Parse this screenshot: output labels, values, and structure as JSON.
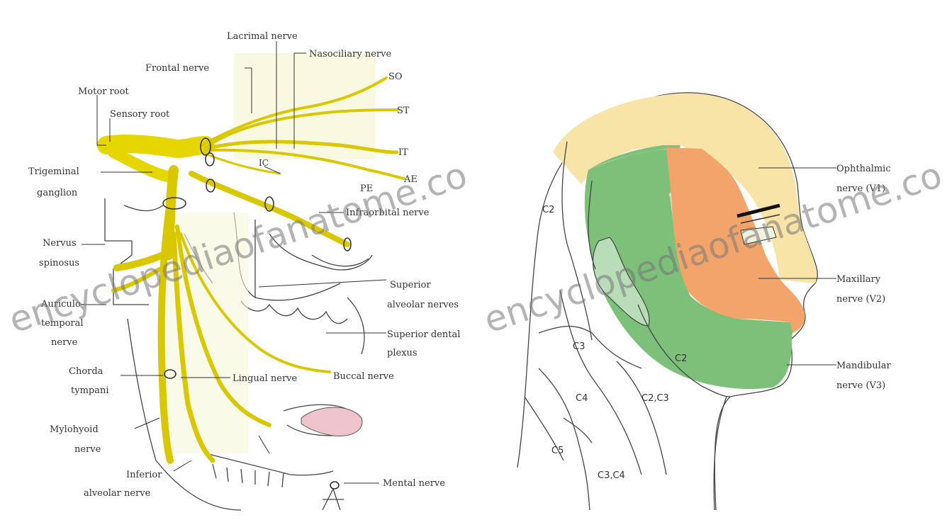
{
  "left_figure": {
    "labels": {
      "lacrimal": "Lacrimal nerve",
      "nasociliary": "Nasociliary nerve",
      "frontal": "Frontal nerve",
      "motor_root": "Motor root",
      "sensory_root": "Sensory root",
      "trigeminal_ganglion_1": "Trigeminal",
      "trigeminal_ganglion_2": "ganglion",
      "so": "SO",
      "st": "ST",
      "if": "IT",
      "ae": "AE",
      "pe": "PE",
      "ic": "IC",
      "infraorbital": "Infraorbital nerve",
      "nervus_spinosus_1": "Nervus",
      "nervus_spinosus_2": "spinosus",
      "auriculotemporal_1": "Auriculo-",
      "auriculotemporal_2": "temporal",
      "auriculotemporal_3": "nerve",
      "superior_alveolar_1": "Superior",
      "superior_alveolar_2": "alveolar nerves",
      "superior_dental_1": "Superior dental",
      "superior_dental_2": "plexus",
      "chorda_1": "Chorda",
      "chorda_2": "tympani",
      "lingual": "Lingual nerve",
      "buccal": "Buccal nerve",
      "mylohyoid_1": "Mylohyoid",
      "mylohyoid_2": "nerve",
      "inferior_alveolar_1": "Inferior",
      "inferior_alveolar_2": "alveolar nerve",
      "mental": "Mental nerve"
    }
  },
  "right_figure": {
    "labels": {
      "ophthalmic_1": "Ophthalmic",
      "ophthalmic_2": "nerve (V1)",
      "maxillary_1": "Maxillary",
      "maxillary_2": "nerve (V2)",
      "mandibular_1": "Mandibular",
      "mandibular_2": "nerve (V3)"
    },
    "segments": {
      "c2_scalp": "C2",
      "c2_neck": "C2",
      "c3": "C3",
      "c4": "C4",
      "c5": "C5",
      "c2c3": "C2,C3",
      "c3c4": "C3,C4"
    },
    "colors": {
      "ophthalmic": "#f9e4a8",
      "maxillary": "#f2a46a",
      "mandibular": "#7cc07a",
      "nerve": "#e6d600"
    }
  },
  "watermark": {
    "text_left": "encyclopediaofanatome.co",
    "text_right": "encyclopediaofanatome.co"
  }
}
